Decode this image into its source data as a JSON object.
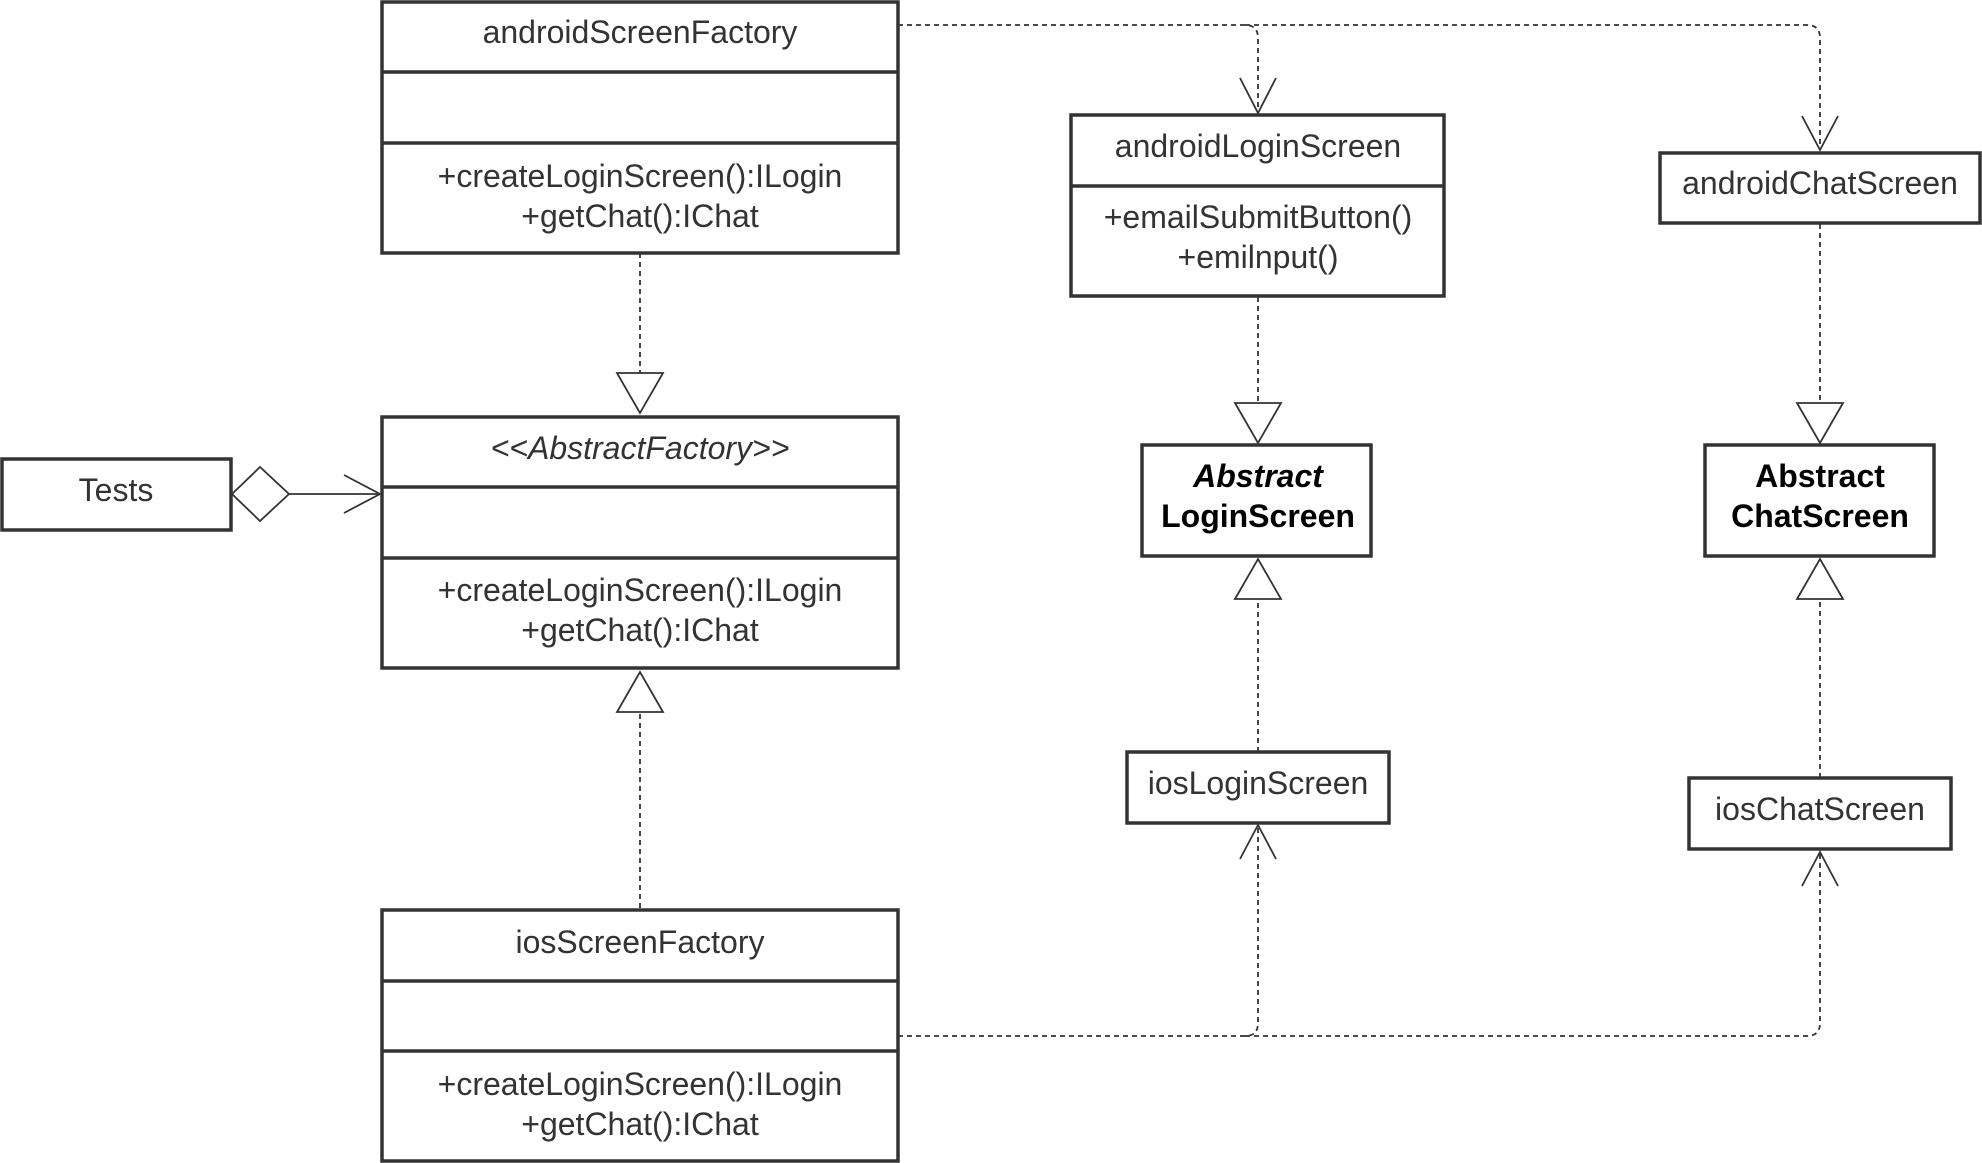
{
  "classes": {
    "android_factory": {
      "name": "androidScreenFactory",
      "methods": [
        "+createLoginScreen():ILogin",
        "+getChat():IChat"
      ]
    },
    "abstract_factory": {
      "name": "<<AbstractFactory>>",
      "methods": [
        "+createLoginScreen():ILogin",
        "+getChat():IChat"
      ]
    },
    "ios_factory": {
      "name": "iosScreenFactory",
      "methods": [
        "+createLoginScreen():ILogin",
        "+getChat():IChat"
      ]
    },
    "tests": {
      "name": "Tests"
    },
    "android_login": {
      "name": "androidLoginScreen",
      "methods": [
        "+emailSubmitButton()",
        "+emilnput()"
      ]
    },
    "abstract_login": {
      "name_line1": "Abstract",
      "name_line2": "LoginScreen"
    },
    "ios_login": {
      "name": "iosLoginScreen"
    },
    "android_chat": {
      "name": "androidChatScreen"
    },
    "abstract_chat": {
      "name_line1": "Abstract",
      "name_line2": "ChatScreen"
    },
    "ios_chat": {
      "name": "iosChatScreen"
    }
  },
  "relationships": [
    {
      "from": "androidScreenFactory",
      "to": "<<AbstractFactory>>",
      "kind": "realization"
    },
    {
      "from": "iosScreenFactory",
      "to": "<<AbstractFactory>>",
      "kind": "realization"
    },
    {
      "from": "Tests",
      "to": "<<AbstractFactory>>",
      "kind": "aggregation"
    },
    {
      "from": "androidScreenFactory",
      "to": "androidLoginScreen",
      "kind": "dependency"
    },
    {
      "from": "androidScreenFactory",
      "to": "androidChatScreen",
      "kind": "dependency"
    },
    {
      "from": "iosScreenFactory",
      "to": "iosLoginScreen",
      "kind": "dependency"
    },
    {
      "from": "iosScreenFactory",
      "to": "iosChatScreen",
      "kind": "dependency"
    },
    {
      "from": "androidLoginScreen",
      "to": "Abstract LoginScreen",
      "kind": "realization"
    },
    {
      "from": "iosLoginScreen",
      "to": "Abstract LoginScreen",
      "kind": "realization"
    },
    {
      "from": "androidChatScreen",
      "to": "Abstract ChatScreen",
      "kind": "realization"
    },
    {
      "from": "iosChatScreen",
      "to": "Abstract ChatScreen",
      "kind": "realization"
    }
  ]
}
